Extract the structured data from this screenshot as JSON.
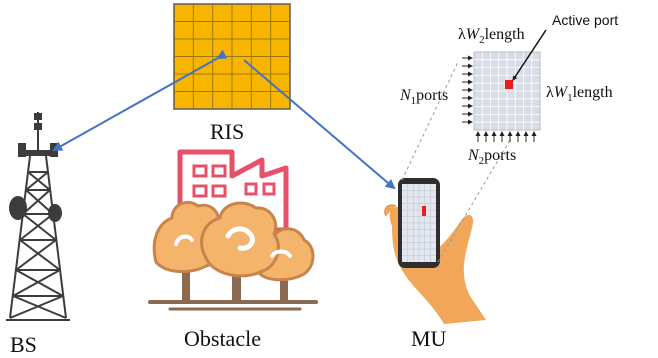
{
  "labels": {
    "bs": "BS",
    "ris": "RIS",
    "obstacle": "Obstacle",
    "mu": "MU",
    "active_port": "Active port",
    "w2_sym": "W",
    "w2_sub": "2",
    "w2_suffix": "length",
    "w1_sym": "W",
    "w1_sub": "1",
    "w1_suffix": "length",
    "lambda": "λ",
    "n1_sym": "N",
    "n1_sub": "1",
    "n1_suffix": "ports",
    "n2_sym": "N",
    "n2_sub": "2",
    "n2_suffix": "ports"
  },
  "colors": {
    "ris_fill": "#f7b500",
    "ris_grid": "#9a7a10",
    "link_arrow": "#4472c4",
    "port_grid_bg": "#d9dee6",
    "port_grid_line": "#ffffff",
    "active_port": "#e61e1e",
    "building": "#e8506a",
    "tree_fill": "#f4b46b",
    "tree_outline": "#c8844a",
    "tower": "#3c3c3c",
    "hand": "#f2a65a",
    "phone_body": "#2e2e2e"
  }
}
